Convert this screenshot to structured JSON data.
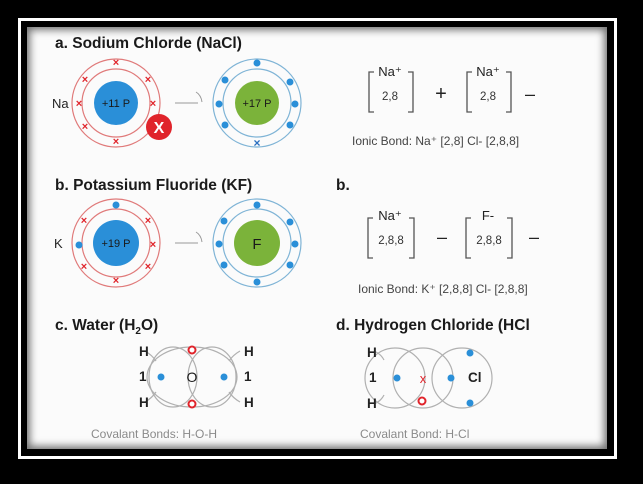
{
  "colors": {
    "sodium_shell": "#e07a7a",
    "chlorine_shell": "#7fb4d6",
    "nucleus_blue": "#2a8fd8",
    "nucleus_green": "#7bb33a",
    "electron_red": "#e0242b",
    "electron_blue": "#2a8fd8",
    "covalent_ring": "#b0b0b0"
  },
  "panel_a": {
    "title": "a. Sodium Chlorde (NaCl)",
    "left_atom": {
      "symbol": "Na",
      "nucleus": "+11 P",
      "removed_marker": "X"
    },
    "right_atom": {
      "nucleus": "+17 P"
    },
    "bracket_1": {
      "ion": "Na⁺",
      "config": "2,8"
    },
    "operator": "+",
    "bracket_2": {
      "ion": "Na⁺",
      "config": "2,8"
    },
    "trailing": "–",
    "caption": "Ionic Bond: Na⁺ [2,8] Cl-  [2,8,8]"
  },
  "panel_b": {
    "title": "b. Potassium Fluoride (KF)",
    "left_atom": {
      "symbol": "K",
      "nucleus": "+19 P"
    },
    "right_atom": {
      "nucleus": "F"
    },
    "side_label": "b.",
    "bracket_1": {
      "ion": "Na⁺",
      "config": "2,8,8"
    },
    "operator": "–",
    "bracket_2": {
      "ion": "F-",
      "config": "2,8,8"
    },
    "trailing": "–",
    "caption": "Ionic Bond: K⁺ [2,8,8] Cl- [2,8,8]"
  },
  "panel_c": {
    "title_prefix": "c. Water (H",
    "title_sub": "2",
    "title_suffix": "O)",
    "center": "O",
    "h_top_left": "H",
    "h_bottom_left": "H",
    "num_left": "1",
    "h_top_right": "H",
    "h_bottom_right": "H",
    "num_right": "1",
    "caption": "Covalant Bonds: H-O-H"
  },
  "panel_d": {
    "title": "d. Hydrogen Chloride (HCl",
    "h_top": "H",
    "h_bottom": "H",
    "num": "1",
    "center_marker": "x",
    "element": "Cl",
    "caption": "Covalant Bond: H-Cl"
  }
}
